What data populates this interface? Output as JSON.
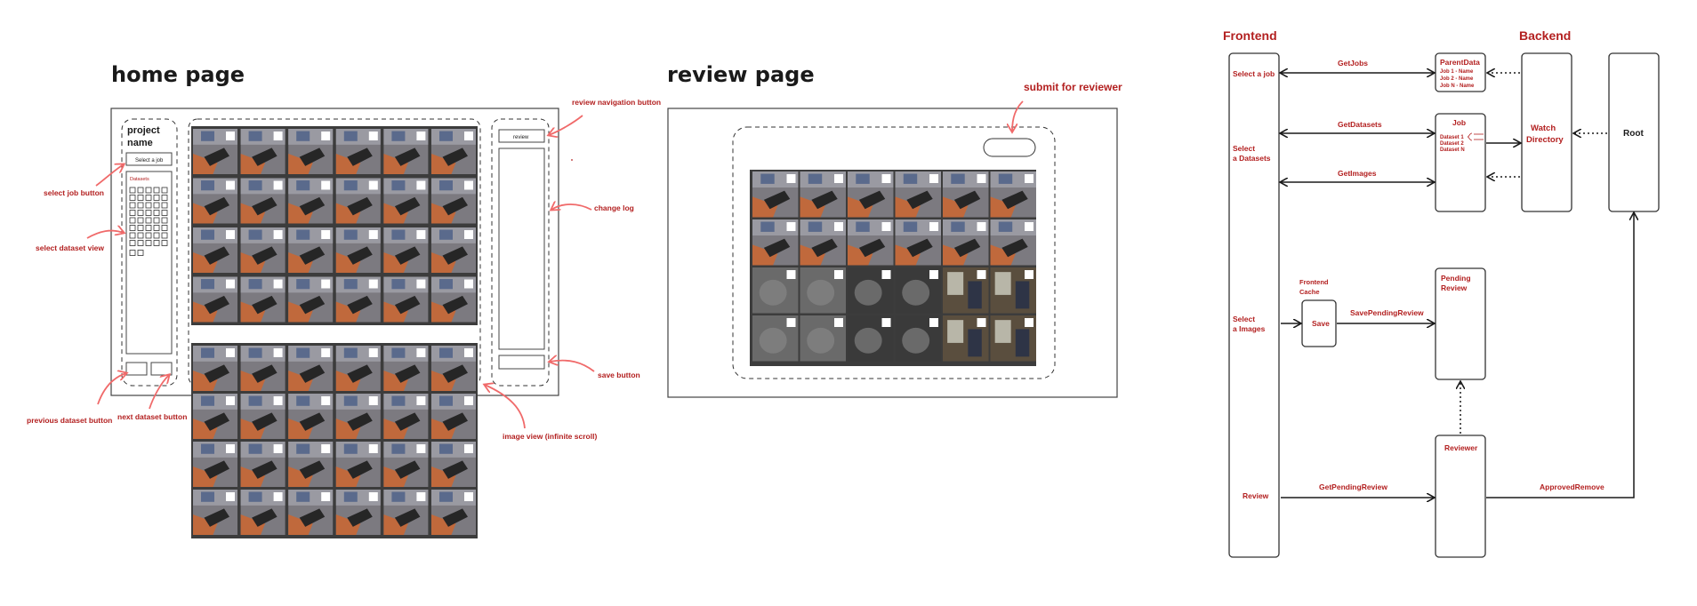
{
  "colors": {
    "annotation": "#b32020",
    "arrow": "#f06a6a",
    "ink": "#1a1a1a",
    "thumb_dark": "#3c3c3c"
  },
  "home": {
    "title": "home page",
    "project_name_line1": "project",
    "project_name_line2": "name",
    "select_job_label": "Select a job",
    "datasets_label": "Datasets",
    "review_button_label": "review",
    "annotations": {
      "select_job": "select job button",
      "select_dataset": "select dataset view",
      "previous_dataset": "previous dataset button",
      "next_dataset": "next dataset button",
      "review_nav": "review navigation button",
      "change_log": "change log",
      "save": "save button",
      "image_view": "image view (infinite scroll)"
    }
  },
  "review": {
    "title": "review page",
    "annotations": {
      "submit": "submit for reviewer"
    }
  },
  "flow": {
    "frontend_title": "Frontend",
    "backend_title": "Backend",
    "frontend_labels": {
      "select_job": "Select a job",
      "select_datasets_1": "Select",
      "select_datasets_2": "a Datasets",
      "select_images_1": "Select",
      "select_images_2": "a Images",
      "review": "Review"
    },
    "parentdata": {
      "title": "ParentData",
      "lines": [
        "Job 1 - Name",
        "Job 2 - Name",
        "Job N - Name"
      ]
    },
    "job": {
      "title": "Job",
      "lines": [
        "Dataset 1",
        "Dataset 2",
        "Dataset N"
      ]
    },
    "watch_1": "Watch",
    "watch_2": "Directory",
    "root": "Root",
    "cache_1": "Frontend",
    "cache_2": "Cache",
    "save": "Save",
    "pending_1": "Pending",
    "pending_2": "Review",
    "reviewer": "Reviewer",
    "edges": {
      "getjobs": "GetJobs",
      "getdatasets": "GetDatasets",
      "getimages": "GetImages",
      "savepending": "SavePendingReview",
      "getpending": "GetPendingReview",
      "approved": "ApprovedRemove"
    }
  }
}
